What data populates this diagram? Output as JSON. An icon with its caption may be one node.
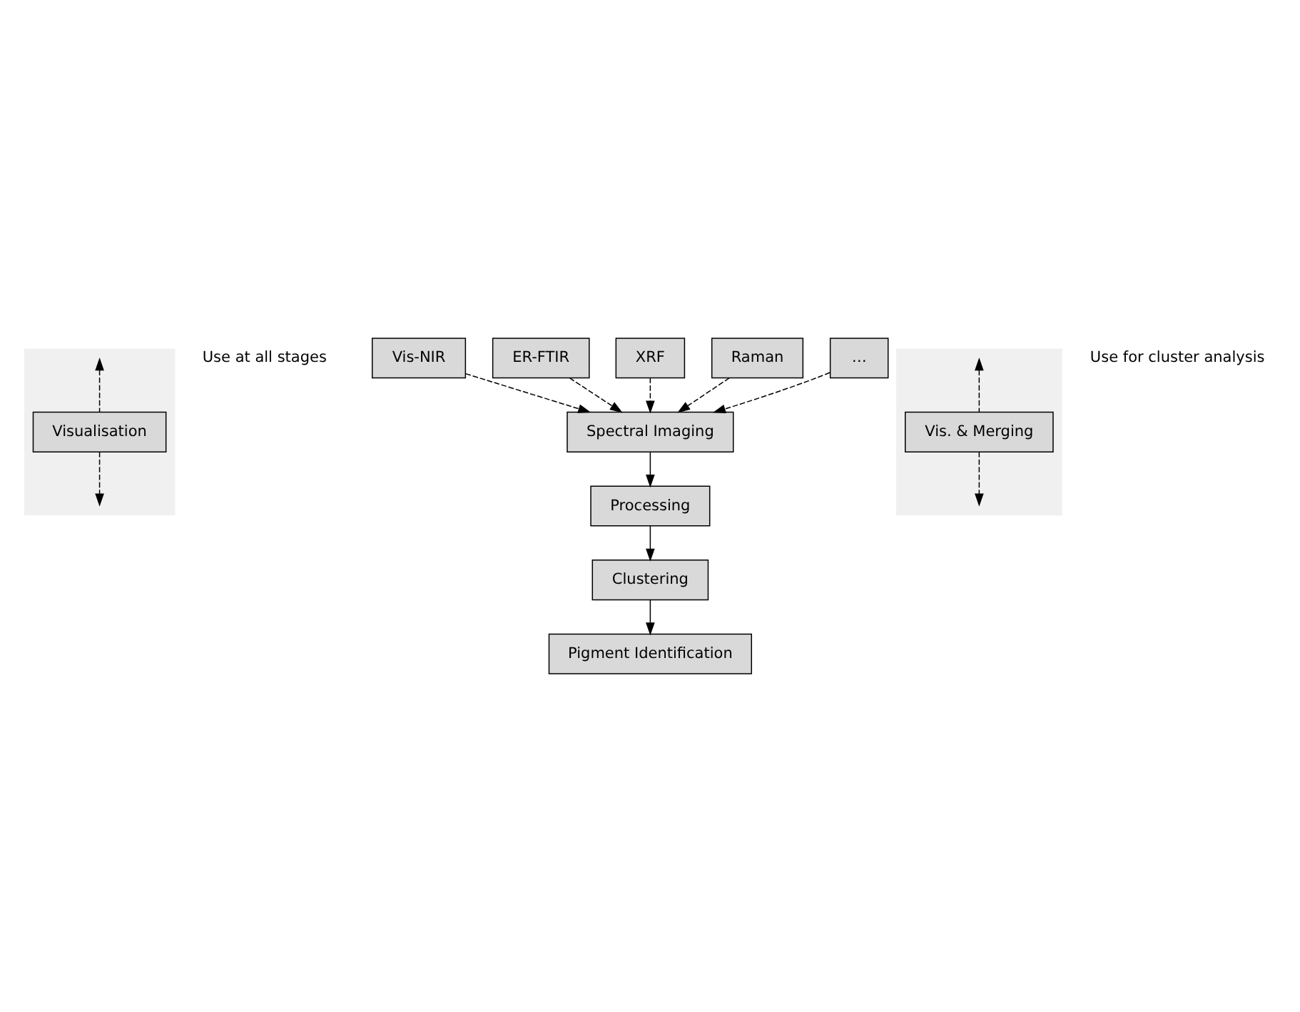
{
  "diagram": {
    "nodes": [
      {
        "text": [],
        "shape": "box",
        "beside": [
          "Use at all stages"
        ]
      },
      {
        "text": [
          "Visualisation"
        ],
        "in": 0
      },
      {
        "text": [
          "Spectral Imaging"
        ]
      },
      {
        "text": [
          "Processing"
        ]
      },
      {
        "text": [
          "Clustering"
        ]
      },
      {
        "text": [
          "Pigment Identification"
        ]
      },
      {
        "text": [
          "Vis-NIR"
        ]
      },
      {
        "text": [
          "ER-FTIR"
        ]
      },
      {
        "text": [
          "XRF"
        ]
      },
      {
        "text": [
          "Raman"
        ]
      },
      {
        "text": [
          "…"
        ]
      },
      {
        "text": [],
        "shape": "box",
        "beside": [
          "Use for cluster analysis"
        ]
      },
      {
        "text": [
          "Vis. & Merging"
        ],
        "in": 11
      }
    ],
    "edges": [
      {
        "from": 1,
        "to": null,
        "arrow": "to",
        "style": "dashed"
      },
      {
        "from": 1,
        "to": null,
        "arrow": "to",
        "style": "dashed"
      },
      {
        "from": 2,
        "to": 3,
        "arrow": "to"
      },
      {
        "from": 3,
        "to": 4,
        "arrow": "to"
      },
      {
        "from": 4,
        "to": 5,
        "arrow": "to"
      },
      {
        "from": 6,
        "to": 2,
        "arrow": "to",
        "style": "dashed"
      },
      {
        "from": 7,
        "to": 2,
        "arrow": "to",
        "style": "dashed"
      },
      {
        "from": 8,
        "to": 2,
        "arrow": "to",
        "style": "dashed"
      },
      {
        "from": 9,
        "to": 2,
        "arrow": "to",
        "style": "dashed"
      },
      {
        "from": 10,
        "to": 2,
        "arrow": "to",
        "style": "dashed"
      },
      {
        "from": 12,
        "to": null,
        "arrow": "to",
        "style": "dashed"
      },
      {
        "from": 12,
        "to": null,
        "arrow": "to",
        "style": "dashed"
      }
    ]
  }
}
